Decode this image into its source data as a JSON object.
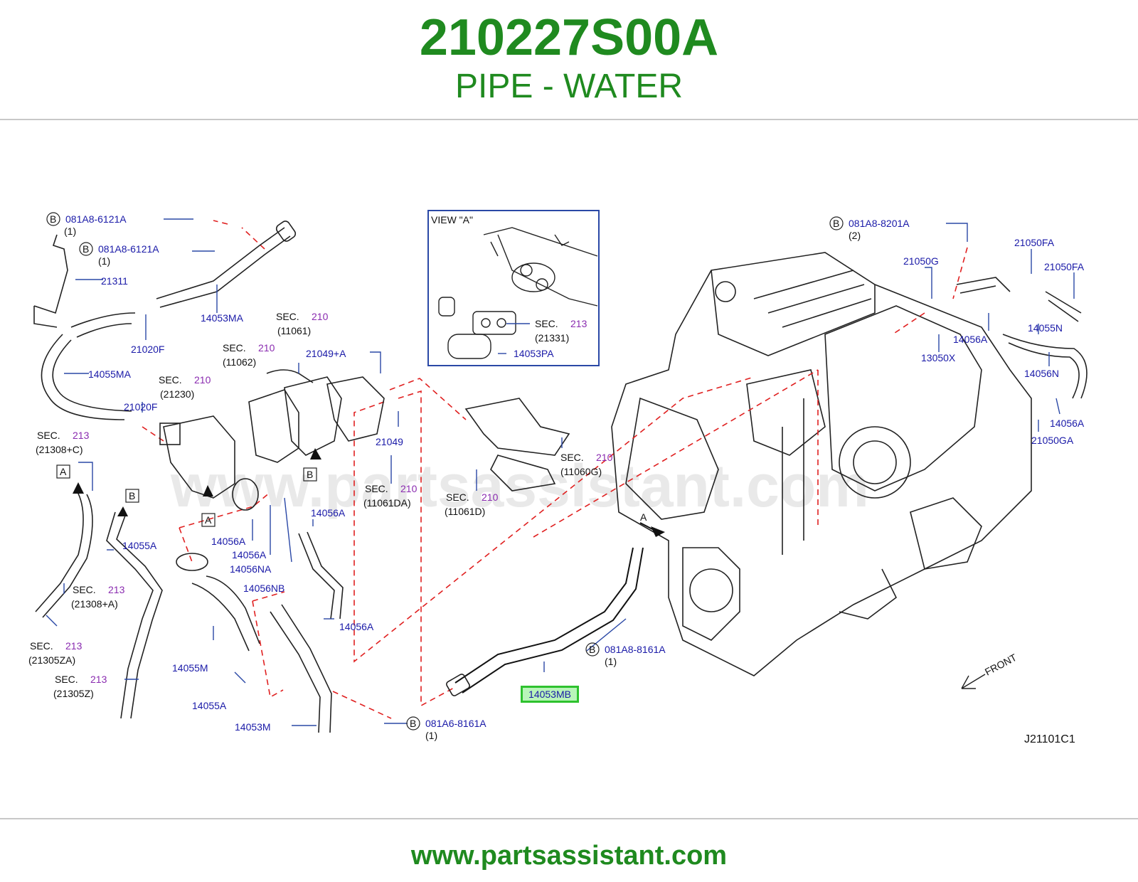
{
  "header": {
    "part_number": "210227S00A",
    "part_name": "PIPE - WATER"
  },
  "footer": {
    "url": "www.partsassistant.com"
  },
  "diagram": {
    "watermark": "www.partsassistant.com",
    "code": "J21101C1",
    "view_label": "VIEW \"A\"",
    "arrow_a_label": "A",
    "front_label": "FRONT",
    "highlighted_part": "14053MB",
    "bolt_prefix": "B",
    "bolts": [
      {
        "number": "081A8-6121A",
        "qty": "(1)"
      },
      {
        "number": "081A8-6121A",
        "qty": "(1)"
      },
      {
        "number": "081A8-8201A",
        "qty": "(2)"
      },
      {
        "number": "081A8-8161A",
        "qty": "(1)"
      },
      {
        "number": "081A6-8161A",
        "qty": "(1)"
      }
    ],
    "sections": [
      {
        "prefix": "SEC.",
        "num": "210",
        "sub": "(11061)"
      },
      {
        "prefix": "SEC.",
        "num": "210",
        "sub": "(11062)"
      },
      {
        "prefix": "SEC.",
        "num": "210",
        "sub": "(21230)"
      },
      {
        "prefix": "SEC.",
        "num": "213",
        "sub": "(21308+C)"
      },
      {
        "prefix": "SEC.",
        "num": "213",
        "sub": "(21308+A)"
      },
      {
        "prefix": "SEC.",
        "num": "213",
        "sub": "(21305ZA)"
      },
      {
        "prefix": "SEC.",
        "num": "213",
        "sub": "(21305Z)"
      },
      {
        "prefix": "SEC.",
        "num": "210",
        "sub": "(11061DA)"
      },
      {
        "prefix": "SEC.",
        "num": "210",
        "sub": "(11061D)"
      },
      {
        "prefix": "SEC.",
        "num": "210",
        "sub": "(11060G)"
      },
      {
        "prefix": "SEC.",
        "num": "213",
        "sub": "(21331)"
      }
    ],
    "parts": [
      "21311",
      "14053MA",
      "21020F",
      "14055MA",
      "21020F",
      "21049+A",
      "21049",
      "14056A",
      "14056A",
      "14056NA",
      "14056A",
      "14055A",
      "14056NB",
      "14056A",
      "14055M",
      "14055A",
      "14053M",
      "14053PA",
      "21050G",
      "21050FA",
      "21050FA",
      "14055N",
      "14056A",
      "13050X",
      "14056N",
      "14056A",
      "21050GA"
    ],
    "ref_box_labels": [
      "A",
      "B",
      "B",
      "A"
    ]
  }
}
